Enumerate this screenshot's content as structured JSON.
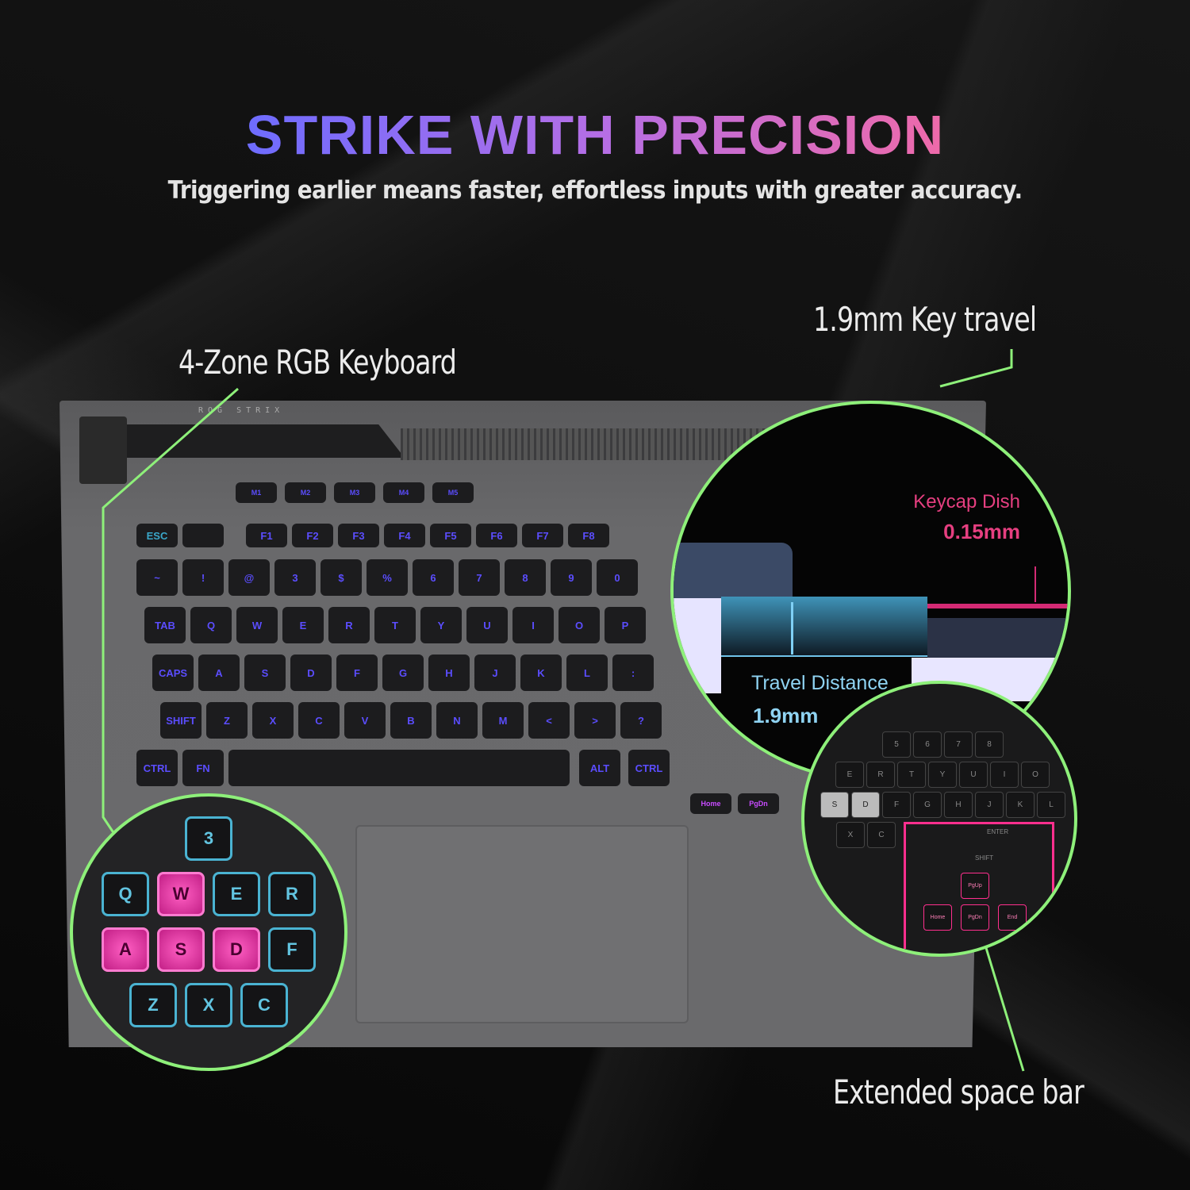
{
  "header": {
    "title": "STRIKE WITH PRECISION",
    "subtitle": "Triggering earlier means faster, effortless inputs with greater accuracy."
  },
  "callouts": {
    "keyboard": "4-Zone RGB Keyboard",
    "travel": "1.9mm Key travel",
    "spacebar": "Extended space bar"
  },
  "laptop": {
    "brand": "ROG STRIX"
  },
  "keyboard": {
    "macro": [
      "M1",
      "M2",
      "M3",
      "M4",
      "M5"
    ],
    "rows": [
      [
        "ESC",
        "",
        "F1",
        "F2",
        "F3",
        "F4",
        "F5",
        "F6",
        "F7",
        "F8"
      ],
      [
        "~",
        "!",
        "@",
        "3",
        "$",
        "%",
        "6",
        "7",
        "8",
        "9",
        "0"
      ],
      [
        "TAB",
        "Q",
        "W",
        "E",
        "R",
        "T",
        "Y",
        "U",
        "I",
        "O",
        "P"
      ],
      [
        "CAPS",
        "A",
        "S",
        "D",
        "F",
        "G",
        "H",
        "J",
        "K",
        "L",
        ":"
      ],
      [
        "SHIFT",
        "Z",
        "X",
        "C",
        "V",
        "B",
        "N",
        "M",
        "<",
        ">",
        "?"
      ],
      [
        "CTRL",
        "FN",
        "",
        "",
        "",
        "",
        "",
        "",
        "",
        "ALT",
        "CTRL"
      ]
    ],
    "nav": [
      "Home",
      "PgDn"
    ]
  },
  "zoom_wasd": {
    "keys": [
      "3",
      "Q",
      "W",
      "E",
      "R",
      "A",
      "S",
      "D",
      "F",
      "Z",
      "X",
      "C"
    ]
  },
  "zoom_travel": {
    "dish_label": "Keycap Dish",
    "dish_value": "0.15mm",
    "travel_label": "Travel Distance",
    "travel_value": "1.9mm"
  },
  "zoom_space": {
    "rows": [
      [
        "5",
        "6",
        "7",
        "8"
      ],
      [
        "E",
        "R",
        "T",
        "Y",
        "U",
        "I",
        "O"
      ],
      [
        "S",
        "D",
        "F",
        "G",
        "H",
        "J",
        "K",
        "L"
      ],
      [
        "X",
        "C"
      ]
    ],
    "enter": "ENTER",
    "shift": "SHIFT",
    "nav": [
      "PgUp",
      "Home",
      "PgDn",
      "End"
    ]
  },
  "colors": {
    "accent_green": "#8ef07a",
    "pink": "#ff2f8e",
    "cyan": "#4ab3d2"
  }
}
